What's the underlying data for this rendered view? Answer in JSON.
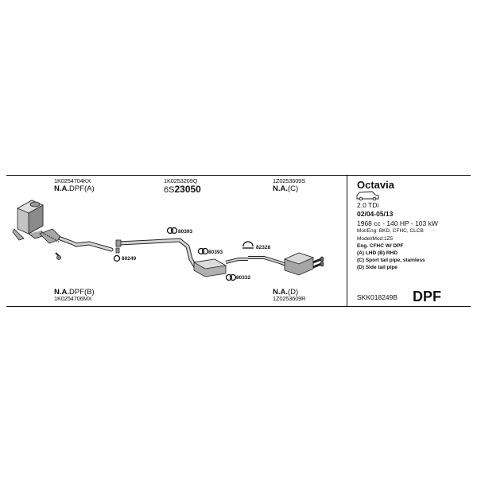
{
  "parts_top": {
    "p1_code": "1K0254704KX",
    "p1_status": "N.A.",
    "p1_note": "DPF(A)",
    "p2_code": "1K0253209Q",
    "p2_prefix": "6S",
    "p2_number": "23050",
    "p3_code": "1Z0253609S",
    "p3_status": "N.A.",
    "p3_note": "(C)"
  },
  "parts_bottom": {
    "p4_status": "N.A.",
    "p4_note": "DPF(B)",
    "p4_code": "1K0254706MX",
    "p5_status": "N.A.",
    "p5_note": "(D)",
    "p5_code": "1Z0253609R"
  },
  "small_parts": {
    "a": "80393",
    "b": "80393",
    "c": "82328",
    "d": "80249",
    "e": "80332"
  },
  "vehicle": {
    "model": "Octavia",
    "engine": "2.0 TDi",
    "dates": "02/04-05/13",
    "specs": "1968 cc - 140 HP - 103 kW",
    "mot_eng": "Mot/Eng: BKD, CFHC, CLCB",
    "model_mod": "Model/Mod:1Z5",
    "eng_line": "Eng. CFHC   W/ DPF",
    "option_a": "(A) LHD (B) RHD",
    "option_c": "(C) Sport tail pipe, stainless",
    "option_d": "(D) Side tail pipe",
    "kit_code": "SKK018249B",
    "kit_type": "DPF"
  }
}
